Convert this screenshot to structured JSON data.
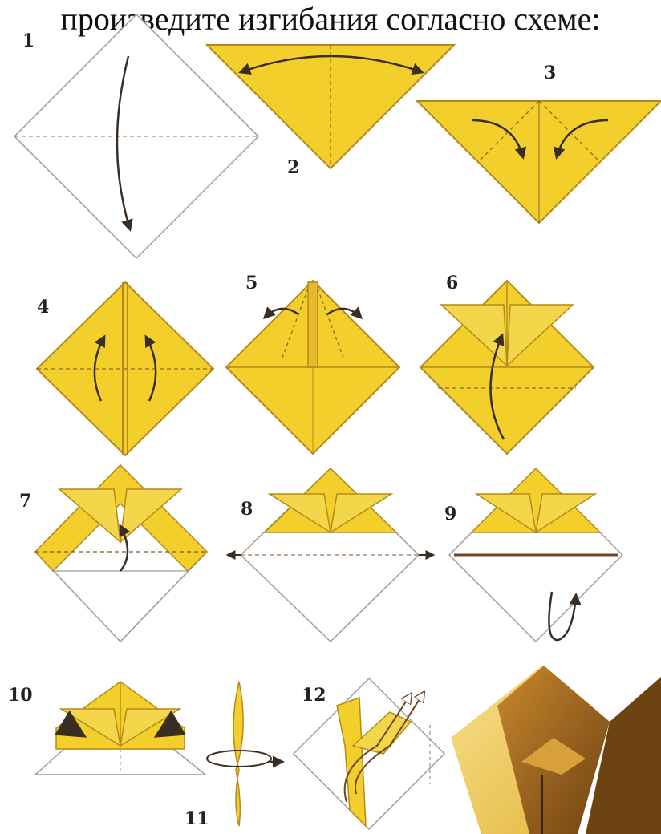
{
  "header": {
    "text": "произведите изгибания согласно схеме:"
  },
  "steps": {
    "s1": "1",
    "s2": "2",
    "s3": "3",
    "s4": "4",
    "s5": "5",
    "s6": "6",
    "s7": "7",
    "s8": "8",
    "s9": "9",
    "s10": "10",
    "s11": "11",
    "s12": "12"
  },
  "colors": {
    "paper_yellow": "#f2cf2b",
    "paper_edge": "#b58a1a",
    "white_side": "#ffffff",
    "arrow": "#3a2d24",
    "fold_line": "#8a6a2a",
    "photo_dark": "#8b5a17",
    "photo_light": "#f3d66b"
  }
}
